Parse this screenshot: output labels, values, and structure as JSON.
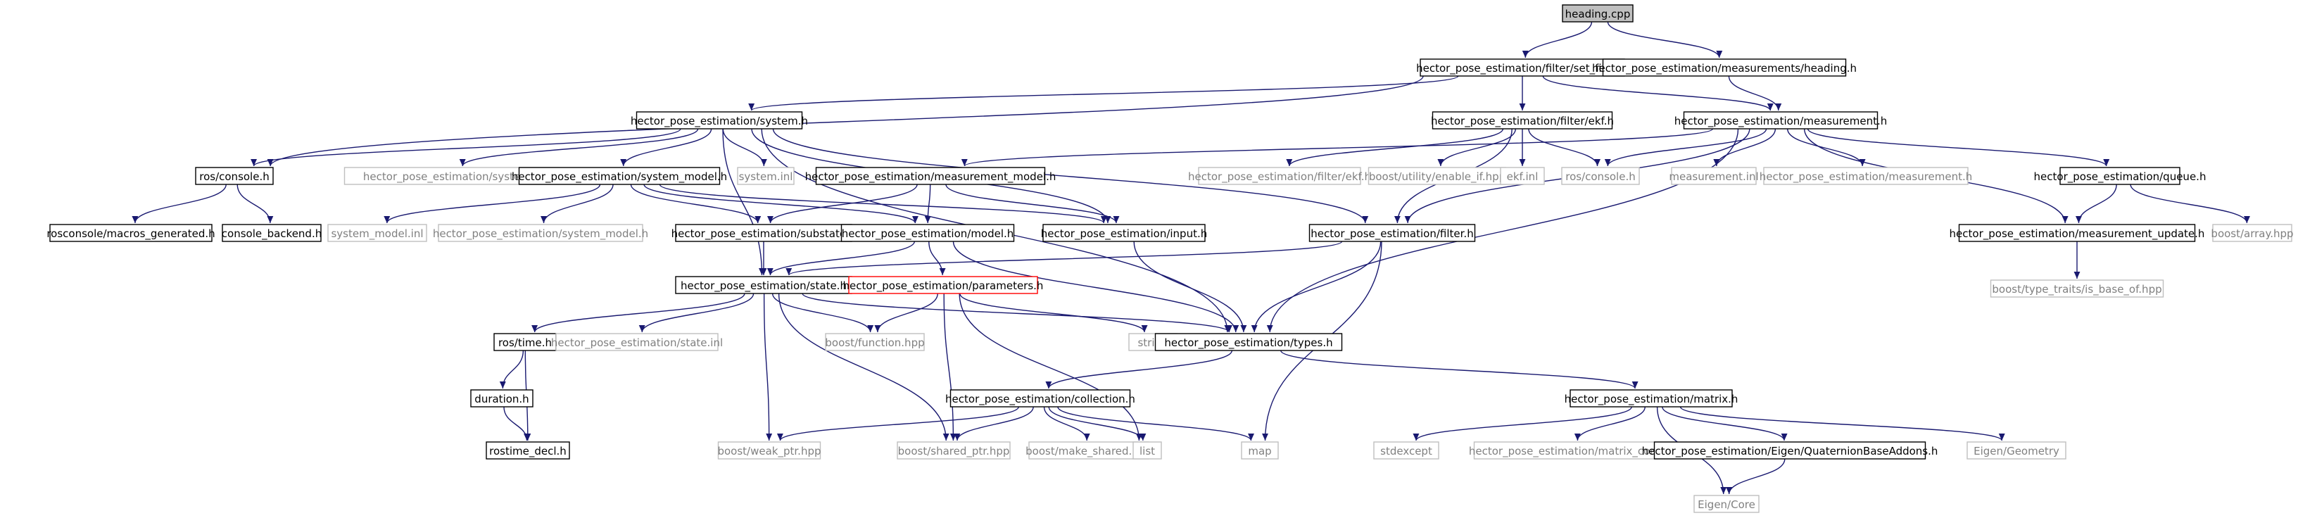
{
  "diagram": {
    "title": "",
    "nodes": [
      {
        "id": "n0",
        "label": "heading.cpp",
        "style": "root"
      },
      {
        "id": "n1",
        "label": "hector_pose_estimation/filter/set_filter.h",
        "style": "normal"
      },
      {
        "id": "n2",
        "label": "hector_pose_estimation/measurements/heading.h",
        "style": "normal"
      },
      {
        "id": "n3",
        "label": "hector_pose_estimation/system.h",
        "style": "normal"
      },
      {
        "id": "n4",
        "label": "hector_pose_estimation/filter/ekf.h",
        "style": "normal"
      },
      {
        "id": "n5",
        "label": "hector_pose_estimation/measurement.h",
        "style": "normal"
      },
      {
        "id": "n6",
        "label": "ros/console.h",
        "style": "normal"
      },
      {
        "id": "n7",
        "label": "hector_pose_estimation/system.h",
        "style": "external"
      },
      {
        "id": "n8",
        "label": "hector_pose_estimation/system_model.h",
        "style": "normal"
      },
      {
        "id": "n9",
        "label": "system.inl",
        "style": "external"
      },
      {
        "id": "n10",
        "label": "hector_pose_estimation/measurement_model.h",
        "style": "normal"
      },
      {
        "id": "n11",
        "label": "hector_pose_estimation/filter/ekf.h",
        "style": "external"
      },
      {
        "id": "n12",
        "label": "boost/utility/enable_if.hpp",
        "style": "external"
      },
      {
        "id": "n13",
        "label": "ekf.inl",
        "style": "external"
      },
      {
        "id": "n14",
        "label": "ros/console.h",
        "style": "external"
      },
      {
        "id": "n15",
        "label": "measurement.inl",
        "style": "external"
      },
      {
        "id": "n16",
        "label": "hector_pose_estimation/measurement.h",
        "style": "external"
      },
      {
        "id": "n17",
        "label": "hector_pose_estimation/queue.h",
        "style": "normal"
      },
      {
        "id": "n18",
        "label": "rosconsole/macros_generated.h",
        "style": "normal"
      },
      {
        "id": "n19",
        "label": "console_backend.h",
        "style": "normal"
      },
      {
        "id": "n20",
        "label": "system_model.inl",
        "style": "external"
      },
      {
        "id": "n21",
        "label": "hector_pose_estimation/system_model.h",
        "style": "external"
      },
      {
        "id": "n22",
        "label": "hector_pose_estimation/substate.h",
        "style": "normal"
      },
      {
        "id": "n23",
        "label": "hector_pose_estimation/model.h",
        "style": "normal"
      },
      {
        "id": "n24",
        "label": "hector_pose_estimation/input.h",
        "style": "normal"
      },
      {
        "id": "n25",
        "label": "hector_pose_estimation/filter.h",
        "style": "normal"
      },
      {
        "id": "n26",
        "label": "hector_pose_estimation/measurement_update.h",
        "style": "normal"
      },
      {
        "id": "n27",
        "label": "boost/array.hpp",
        "style": "external"
      },
      {
        "id": "n28",
        "label": "boost/type_traits/is_base_of.hpp",
        "style": "external"
      },
      {
        "id": "n29",
        "label": "hector_pose_estimation/state.h",
        "style": "normal"
      },
      {
        "id": "n30",
        "label": "hector_pose_estimation/parameters.h",
        "style": "highlight"
      },
      {
        "id": "n31",
        "label": "ros/time.h",
        "style": "normal"
      },
      {
        "id": "n32",
        "label": "hector_pose_estimation/state.inl",
        "style": "external"
      },
      {
        "id": "n33",
        "label": "boost/function.hpp",
        "style": "external"
      },
      {
        "id": "n34",
        "label": "string",
        "style": "external"
      },
      {
        "id": "n35",
        "label": "hector_pose_estimation/types.h",
        "style": "normal"
      },
      {
        "id": "n36",
        "label": "duration.h",
        "style": "normal"
      },
      {
        "id": "n37",
        "label": "rostime_decl.h",
        "style": "normal"
      },
      {
        "id": "n38",
        "label": "hector_pose_estimation/collection.h",
        "style": "normal"
      },
      {
        "id": "n39",
        "label": "hector_pose_estimation/matrix.h",
        "style": "normal"
      },
      {
        "id": "n40",
        "label": "boost/weak_ptr.hpp",
        "style": "external"
      },
      {
        "id": "n41",
        "label": "boost/shared_ptr.hpp",
        "style": "external"
      },
      {
        "id": "n42",
        "label": "boost/make_shared.hpp",
        "style": "external"
      },
      {
        "id": "n43",
        "label": "list",
        "style": "external"
      },
      {
        "id": "n44",
        "label": "map",
        "style": "external"
      },
      {
        "id": "n45",
        "label": "stdexcept",
        "style": "external"
      },
      {
        "id": "n46",
        "label": "hector_pose_estimation/matrix_config.h",
        "style": "external"
      },
      {
        "id": "n47",
        "label": "hector_pose_estimation/Eigen/QuaternionBaseAddons.h",
        "style": "normal"
      },
      {
        "id": "n48",
        "label": "Eigen/Geometry",
        "style": "external"
      },
      {
        "id": "n49",
        "label": "Eigen/Core",
        "style": "external"
      }
    ],
    "edges": [
      [
        "n0",
        "n1"
      ],
      [
        "n0",
        "n2"
      ],
      [
        "n1",
        "n3"
      ],
      [
        "n1",
        "n4"
      ],
      [
        "n1",
        "n5"
      ],
      [
        "n1",
        "n6"
      ],
      [
        "n2",
        "n5"
      ],
      [
        "n3",
        "n6"
      ],
      [
        "n3",
        "n7"
      ],
      [
        "n3",
        "n8"
      ],
      [
        "n3",
        "n9"
      ],
      [
        "n3",
        "n29"
      ],
      [
        "n3",
        "n24"
      ],
      [
        "n3",
        "n35"
      ],
      [
        "n3",
        "n25"
      ],
      [
        "n4",
        "n11"
      ],
      [
        "n4",
        "n12"
      ],
      [
        "n4",
        "n13"
      ],
      [
        "n4",
        "n14"
      ],
      [
        "n4",
        "n25"
      ],
      [
        "n5",
        "n10"
      ],
      [
        "n5",
        "n14"
      ],
      [
        "n5",
        "n15"
      ],
      [
        "n5",
        "n16"
      ],
      [
        "n5",
        "n17"
      ],
      [
        "n5",
        "n26"
      ],
      [
        "n5",
        "n25"
      ],
      [
        "n5",
        "n35"
      ],
      [
        "n6",
        "n18"
      ],
      [
        "n6",
        "n19"
      ],
      [
        "n8",
        "n20"
      ],
      [
        "n8",
        "n21"
      ],
      [
        "n8",
        "n22"
      ],
      [
        "n8",
        "n23"
      ],
      [
        "n8",
        "n24"
      ],
      [
        "n10",
        "n22"
      ],
      [
        "n10",
        "n23"
      ],
      [
        "n10",
        "n24"
      ],
      [
        "n17",
        "n26"
      ],
      [
        "n17",
        "n27"
      ],
      [
        "n26",
        "n28"
      ],
      [
        "n22",
        "n29"
      ],
      [
        "n23",
        "n29"
      ],
      [
        "n23",
        "n30"
      ],
      [
        "n23",
        "n35"
      ],
      [
        "n24",
        "n35"
      ],
      [
        "n25",
        "n29"
      ],
      [
        "n25",
        "n35"
      ],
      [
        "n25",
        "n44"
      ],
      [
        "n29",
        "n31"
      ],
      [
        "n29",
        "n32"
      ],
      [
        "n29",
        "n33"
      ],
      [
        "n29",
        "n35"
      ],
      [
        "n29",
        "n40"
      ],
      [
        "n29",
        "n41"
      ],
      [
        "n30",
        "n33"
      ],
      [
        "n30",
        "n34"
      ],
      [
        "n30",
        "n41"
      ],
      [
        "n30",
        "n43"
      ],
      [
        "n31",
        "n36"
      ],
      [
        "n31",
        "n37"
      ],
      [
        "n36",
        "n37"
      ],
      [
        "n35",
        "n38"
      ],
      [
        "n35",
        "n39"
      ],
      [
        "n38",
        "n40"
      ],
      [
        "n38",
        "n41"
      ],
      [
        "n38",
        "n42"
      ],
      [
        "n38",
        "n43"
      ],
      [
        "n38",
        "n44"
      ],
      [
        "n39",
        "n45"
      ],
      [
        "n39",
        "n46"
      ],
      [
        "n39",
        "n47"
      ],
      [
        "n39",
        "n48"
      ],
      [
        "n39",
        "n49"
      ],
      [
        "n47",
        "n49"
      ]
    ],
    "colors": {
      "edge": "#191970",
      "normal_border": "#000000",
      "external_border": "#bfbfbf",
      "external_text": "#808080",
      "highlight_border": "#ff0000",
      "root_fill": "#bfbfbf",
      "normal_text": "#000000"
    }
  }
}
